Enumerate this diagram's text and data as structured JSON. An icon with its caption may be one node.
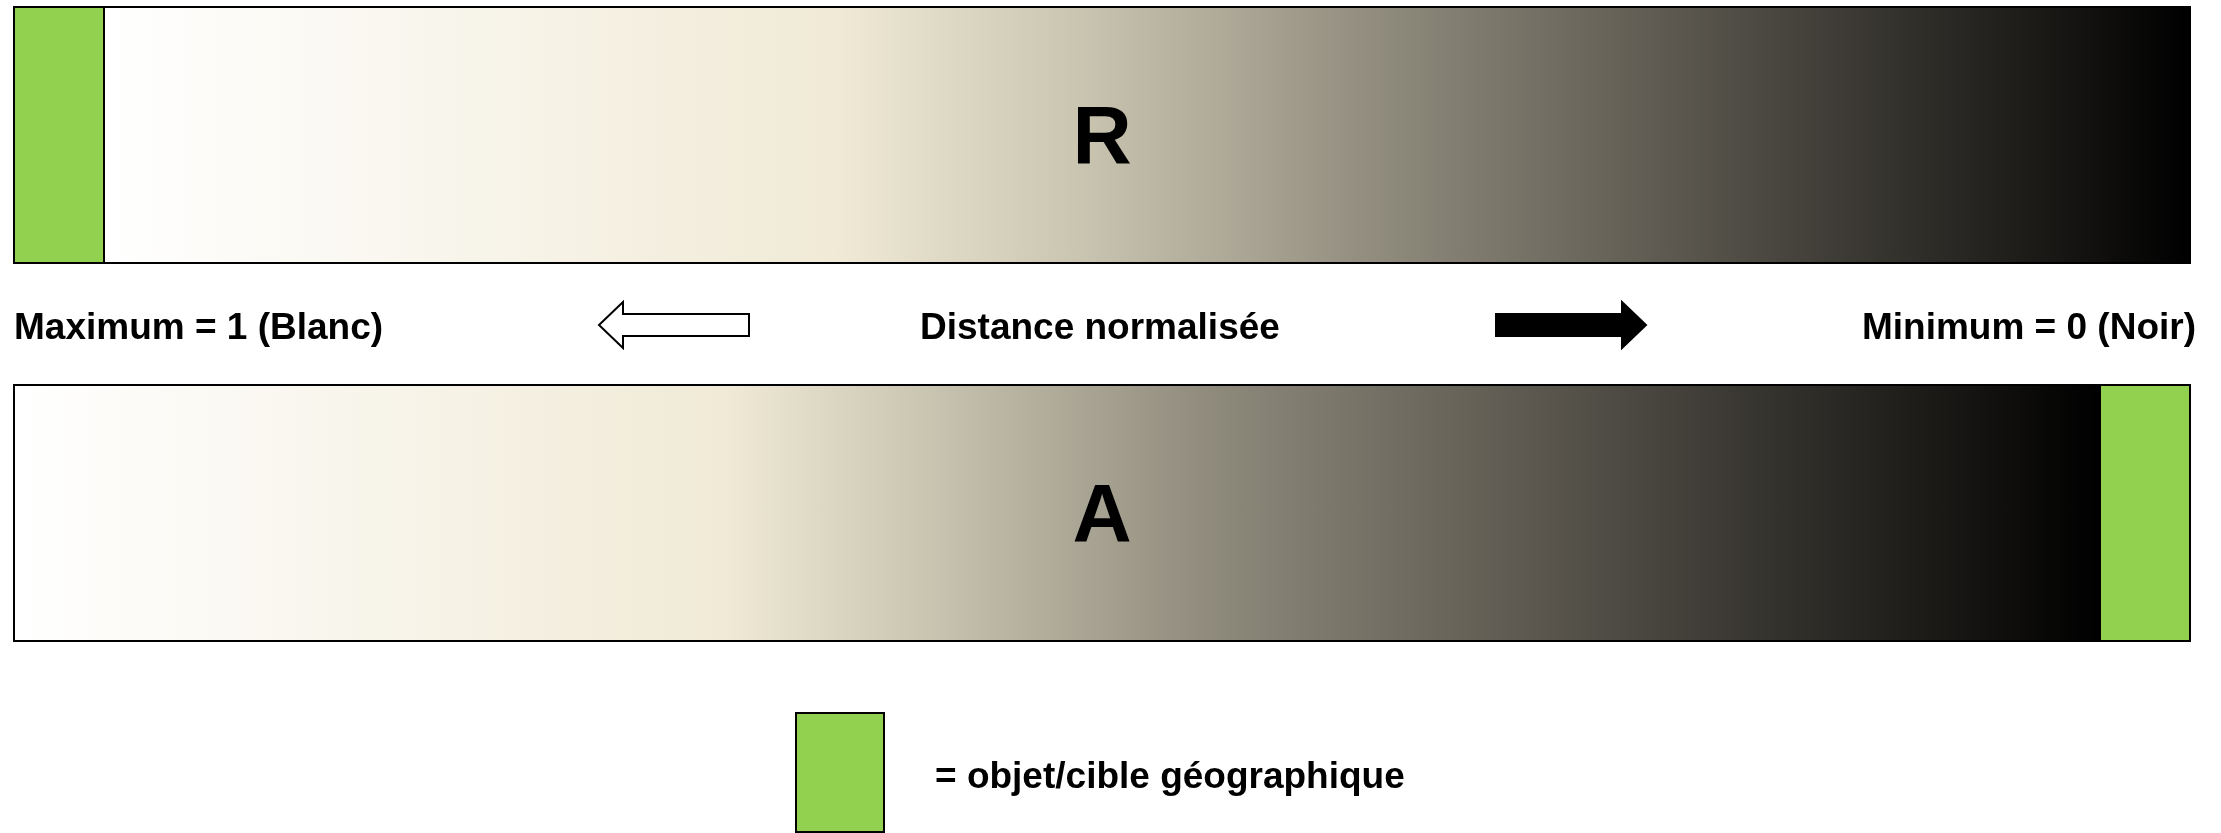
{
  "diagram": {
    "nodes": [
      {
        "text": [
          "R"
        ]
      },
      {
        "text": [],
        "shape": "box",
        "in": 0
      },
      {
        "text": [
          "A"
        ]
      },
      {
        "text": [],
        "shape": "box",
        "in": 2
      }
    ],
    "labels": [
      "Maximum = 1 (Blanc)",
      "Distance normalisée",
      "Minimum = 0 (Noir)"
    ],
    "legend": [
      {
        "text": "= objet/cible géographique",
        "color": "#92d050"
      }
    ]
  }
}
